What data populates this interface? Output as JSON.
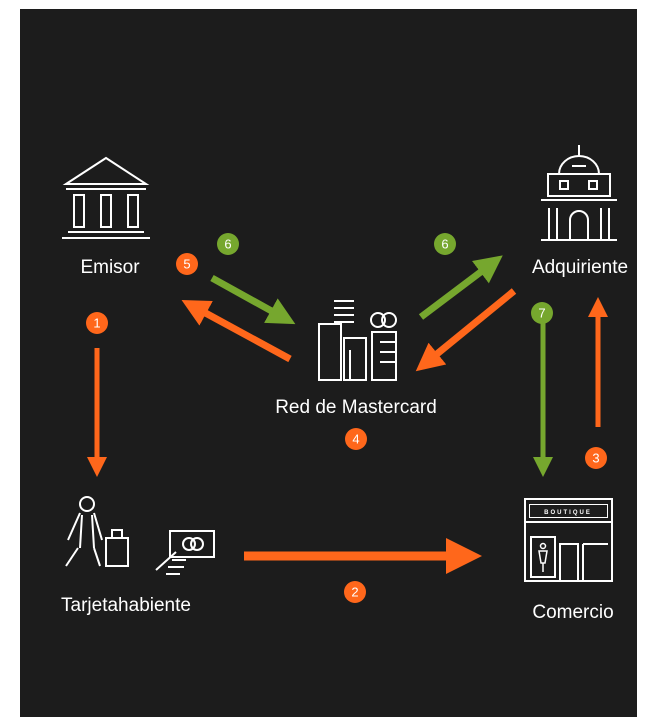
{
  "colors": {
    "background": "#1c1c1c",
    "orange": "#ff671b",
    "green": "#76a72e",
    "white": "#ffffff"
  },
  "nodes": {
    "emisor": {
      "label": "Emisor",
      "icon": "bank-icon"
    },
    "adquiriente": {
      "label": "Adquiriente",
      "icon": "domed-building-icon"
    },
    "red": {
      "label": "Red de Mastercard",
      "icon": "network-buildings-icon"
    },
    "tarjetahabiente": {
      "label": "Tarjetahabiente",
      "icon": "shopper-card-icon"
    },
    "comercio": {
      "label": "Comercio",
      "icon": "boutique-storefront-icon",
      "sign_text": "BOUTIQUE"
    }
  },
  "steps": [
    {
      "id": "step-1",
      "number": "1",
      "color": "orange"
    },
    {
      "id": "step-2",
      "number": "2",
      "color": "orange"
    },
    {
      "id": "step-3",
      "number": "3",
      "color": "orange"
    },
    {
      "id": "step-4",
      "number": "4",
      "color": "orange"
    },
    {
      "id": "step-5",
      "number": "5",
      "color": "orange"
    },
    {
      "id": "step-6a",
      "number": "6",
      "color": "green"
    },
    {
      "id": "step-6b",
      "number": "6",
      "color": "green"
    },
    {
      "id": "step-7",
      "number": "7",
      "color": "green"
    }
  ]
}
